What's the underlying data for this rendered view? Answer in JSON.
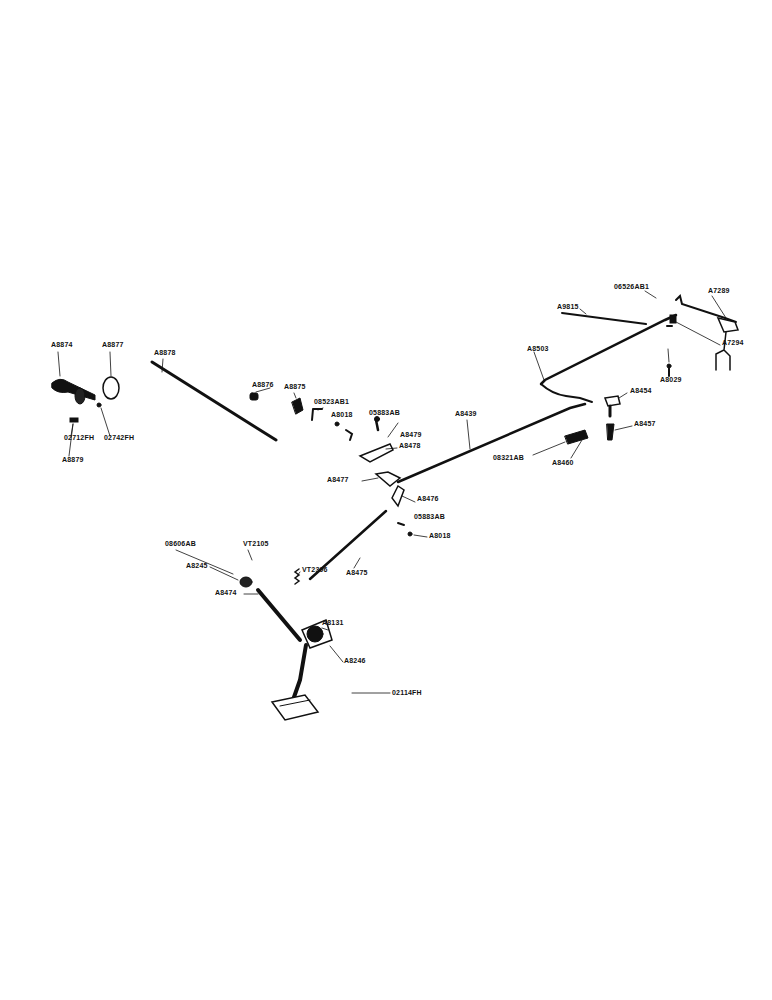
{
  "diagram": {
    "labels": [
      "06526AB1",
      "A9815",
      "A7289",
      "A8503",
      "A7294",
      "A8029",
      "A8454",
      "A8457",
      "A8874",
      "A8877",
      "A8878",
      "A8876",
      "A8875",
      "08523AB1",
      "A8018",
      "05883AB",
      "A8439",
      "A8479",
      "A8478",
      "02712FH",
      "02742FH",
      "A8879",
      "08321AB",
      "A8460",
      "A8477",
      "A8476",
      "05883AB",
      "A8018",
      "08606AB",
      "VT2105",
      "A8245",
      "VT2396",
      "A8475",
      "A8474",
      "A8131",
      "A8246",
      "02114FH"
    ]
  }
}
